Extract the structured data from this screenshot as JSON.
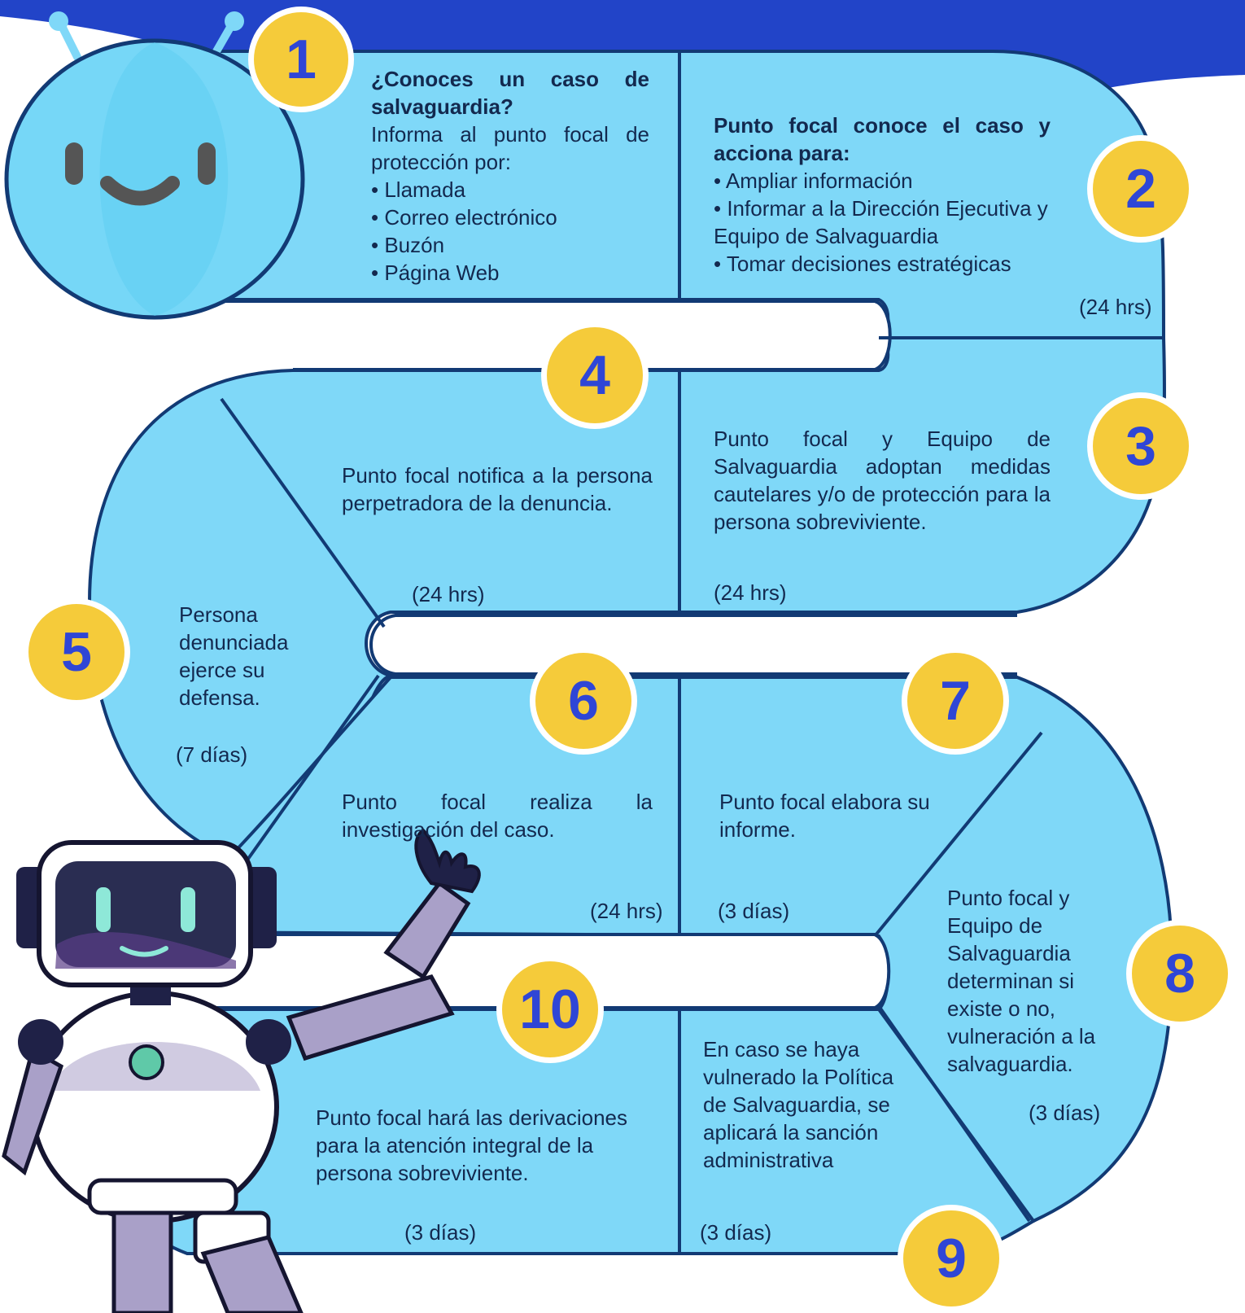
{
  "colors": {
    "band": "#2244c8",
    "panel": "#7fd8f8",
    "stroke": "#123a74",
    "badge": "#f5cb3a",
    "badge_text": "#2f46d6"
  },
  "steps": [
    {
      "num": "1",
      "title": "¿Conoces un caso de salvaguardia?",
      "intro": "Informa al punto focal de protección por:",
      "bullets": [
        "• Llamada",
        "• Correo electrónico",
        "• Buzón",
        "• Página Web"
      ]
    },
    {
      "num": "2",
      "title": "Punto focal conoce el caso y acciona para:",
      "bullets": [
        "• Ampliar información",
        "• Informar a la Dirección Ejecutiva y Equipo de Salvaguardia",
        "• Tomar decisiones estratégicas"
      ],
      "time": "(24 hrs)"
    },
    {
      "num": "3",
      "title": "Punto focal y Equipo de Salvaguardia adoptan medidas cautelares y/o de protección para la persona sobreviviente.",
      "time": "(24 hrs)"
    },
    {
      "num": "4",
      "title": "Punto focal notifica a la persona perpetradora de la denuncia.",
      "time": "(24 hrs)"
    },
    {
      "num": "5",
      "title": "Persona denunciada ejerce su defensa.",
      "time": "(7 días)"
    },
    {
      "num": "6",
      "title": "Punto focal realiza la investigación del caso.",
      "time": "(24 hrs)"
    },
    {
      "num": "7",
      "title": "Punto focal elabora su informe.",
      "time": "(3 días)"
    },
    {
      "num": "8",
      "title": "Punto focal y Equipo de Salvaguardia determinan si existe o no, vulneración a la salvaguardia.",
      "time": "(3 días)"
    },
    {
      "num": "9",
      "title": "En caso se haya vulnerado la Política de Salvaguardia, se aplicará la sanción administrativa",
      "time": "(3 días)"
    },
    {
      "num": "10",
      "title": "Punto focal hará las derivaciones para la atención integral de la persona sobreviviente.",
      "time": "(3 días)"
    }
  ]
}
